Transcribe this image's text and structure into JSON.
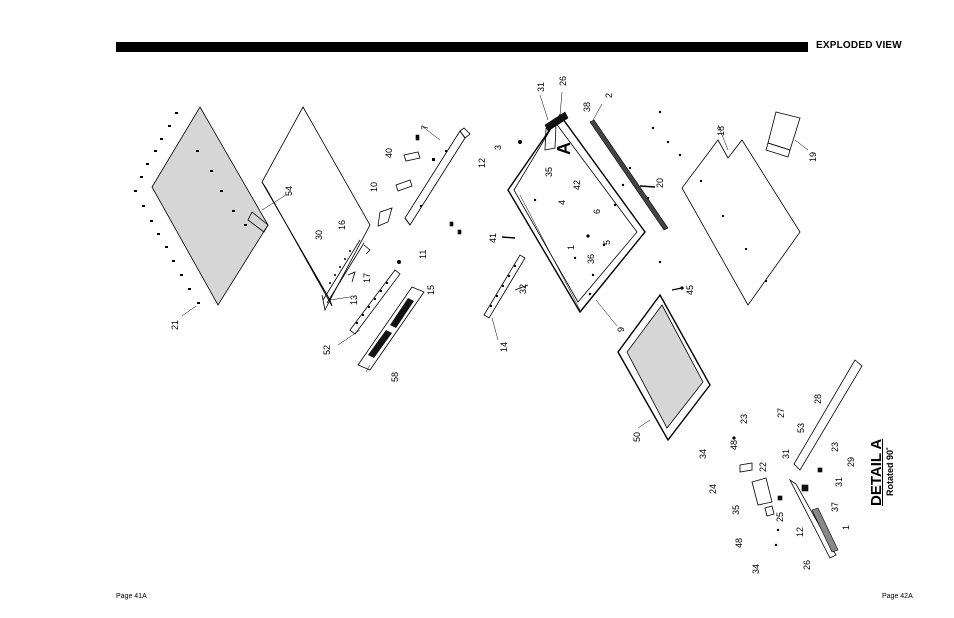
{
  "header": {
    "title": "EXPLODED VIEW"
  },
  "footer": {
    "left_page": "Page 41A",
    "right_page": "Page 42A"
  },
  "detail": {
    "title": "DETAIL A",
    "subtitle": "Rotated 90˚",
    "marker": "A"
  },
  "callouts": [
    "21",
    "54",
    "30",
    "16",
    "13",
    "17",
    "52",
    "40",
    "7",
    "10",
    "11",
    "12",
    "15",
    "58",
    "31",
    "26",
    "38",
    "2",
    "3",
    "35",
    "42",
    "4",
    "6",
    "41",
    "1",
    "36",
    "5",
    "32",
    "20",
    "14",
    "9",
    "18",
    "19",
    "45",
    "50",
    "23",
    "34",
    "48",
    "22",
    "24",
    "35",
    "25",
    "31",
    "27",
    "53",
    "28",
    "23",
    "29",
    "31",
    "37",
    "12",
    "1",
    "26",
    "48",
    "34"
  ]
}
